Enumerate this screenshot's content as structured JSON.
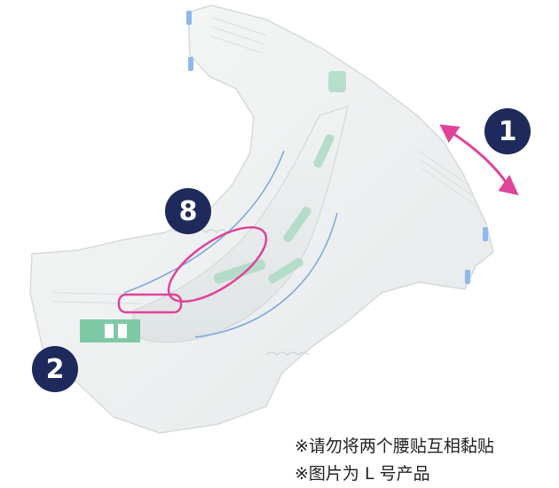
{
  "badges": {
    "one": "1",
    "two": "2",
    "eight": "8"
  },
  "notes": {
    "line1": "※请勿将两个腰贴互相黏贴",
    "line2": "※图片为 L 号产品"
  },
  "colors": {
    "badge": "#1f2a5c",
    "highlight": "#e0439a",
    "accent_green": "#7ec8a6",
    "line_blue": "#7aa7e0",
    "tab_blue": "#8fb9e8"
  }
}
